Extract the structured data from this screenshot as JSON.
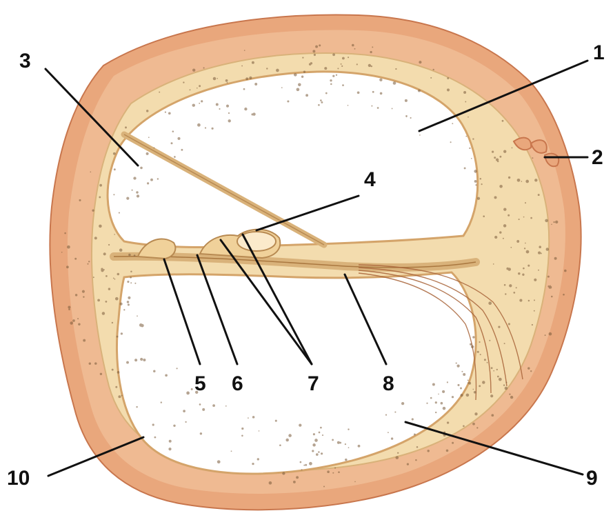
{
  "labels": [
    {
      "id": "1",
      "text": "1"
    },
    {
      "id": "2",
      "text": "2"
    },
    {
      "id": "3",
      "text": "3"
    },
    {
      "id": "4",
      "text": "4"
    },
    {
      "id": "5",
      "text": "5"
    },
    {
      "id": "6",
      "text": "6"
    },
    {
      "id": "7",
      "text": "7"
    },
    {
      "id": "8",
      "text": "8"
    },
    {
      "id": "9",
      "text": "9"
    },
    {
      "id": "10",
      "text": "10"
    }
  ],
  "colors": {
    "outer_tissue": "#e9a77c",
    "outer_tissue_dark": "#d98a5d",
    "bone": "#f3dcae",
    "bone_dark": "#e8c58c",
    "membrane": "#d9b27a",
    "cavity": "#ffffff",
    "speckle": "#7a5a3a",
    "label": "#111111"
  }
}
